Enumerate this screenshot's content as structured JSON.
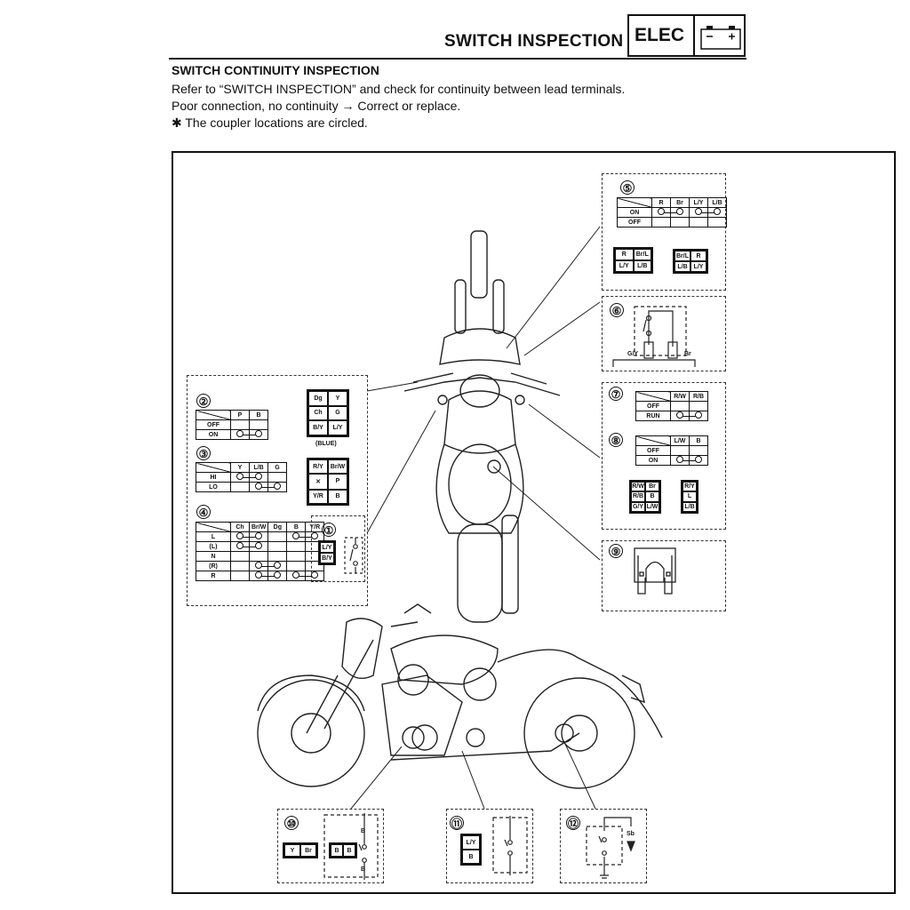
{
  "header": {
    "title": "SWITCH INSPECTION",
    "badge": "ELEC",
    "badge_icon": "battery-icon"
  },
  "section": {
    "title": "SWITCH CONTINUITY INSPECTION",
    "lines": [
      "Refer to “SWITCH INSPECTION” and check for continuity between lead terminals.",
      "Poor connection, no continuity → Correct or replace.",
      "✱ The coupler locations are circled."
    ]
  },
  "diagram": {
    "numbers": [
      "①",
      "②",
      "③",
      "④",
      "⑤",
      "⑥",
      "⑦",
      "⑧",
      "⑨",
      "⑩",
      "⑪",
      "⑫"
    ],
    "tables": {
      "t2": {
        "cols": [
          "P",
          "B"
        ],
        "rows": [
          {
            "label": "OFF",
            "links": []
          },
          {
            "label": "ON",
            "links": [
              [
                0,
                1
              ]
            ]
          }
        ]
      },
      "t3": {
        "cols": [
          "Y",
          "L/B",
          "G"
        ],
        "rows": [
          {
            "label": "HI",
            "links": [
              [
                0,
                1
              ]
            ]
          },
          {
            "label": "LO",
            "links": [
              [
                1,
                2
              ]
            ]
          }
        ]
      },
      "t4": {
        "cols": [
          "Ch",
          "Br/W",
          "Dg",
          "B",
          "Y/R"
        ],
        "rows": [
          {
            "label": "L",
            "links": [
              [
                0,
                1
              ],
              [
                3,
                4
              ]
            ]
          },
          {
            "label": "(L)",
            "links": [
              [
                0,
                1
              ]
            ]
          },
          {
            "label": "N",
            "links": []
          },
          {
            "label": "(R)",
            "links": [
              [
                1,
                2
              ]
            ]
          },
          {
            "label": "R",
            "links": [
              [
                1,
                2
              ],
              [
                3,
                4
              ]
            ]
          }
        ]
      },
      "t5": {
        "cols": [
          "R",
          "Br",
          "L/Y",
          "L/B"
        ],
        "rows": [
          {
            "label": "ON",
            "links": [
              [
                0,
                1
              ],
              [
                2,
                3
              ]
            ]
          },
          {
            "label": "OFF",
            "links": []
          }
        ]
      },
      "t7": {
        "cols": [
          "R/W",
          "R/B"
        ],
        "rows": [
          {
            "label": "OFF",
            "links": []
          },
          {
            "label": "RUN",
            "links": [
              [
                0,
                1
              ]
            ]
          }
        ]
      },
      "t8": {
        "cols": [
          "L/W",
          "B"
        ],
        "rows": [
          {
            "label": "OFF",
            "links": []
          },
          {
            "label": "ON",
            "links": [
              [
                0,
                1
              ]
            ]
          }
        ]
      }
    },
    "connectors": {
      "c2a": {
        "cells": [
          "Dg",
          "Y",
          "Ch",
          "G",
          "B/Y",
          "L/Y"
        ],
        "caption": "(BLUE)"
      },
      "c2b": {
        "cells": [
          "R/Y",
          "Br/W",
          "✕",
          "P",
          "Y/R",
          "B"
        ]
      },
      "c1": {
        "cells": [
          "L/Y",
          "B/Y"
        ]
      },
      "c5a": {
        "cells": [
          "R",
          "Br/L",
          "L/Y",
          "L/B"
        ]
      },
      "c5b": {
        "cells": [
          "Br/L",
          "R",
          "L/B",
          "L/Y"
        ]
      },
      "c8a": {
        "cells": [
          "R/W",
          "Br",
          "R/B",
          "B",
          "G/Y",
          "L/W"
        ]
      },
      "c8b": {
        "cells": [
          "R/Y",
          "L",
          "L/B"
        ]
      },
      "c10a": {
        "cells": [
          "Y",
          "Br"
        ]
      },
      "c10b": {
        "cells": [
          "B",
          "B"
        ]
      },
      "c11": {
        "cells": [
          "L/Y",
          "B"
        ]
      }
    },
    "wire_labels": {
      "w6a": "G/Y",
      "w6b": "Br",
      "w10a": "B",
      "w10b": "B",
      "w12": "Sb"
    }
  }
}
